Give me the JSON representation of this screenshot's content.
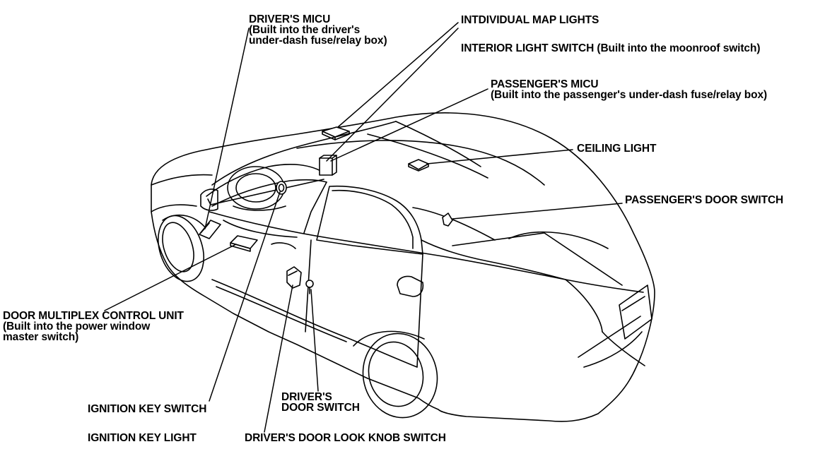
{
  "labels": {
    "drivers_micu": {
      "title": "DRIVER'S MICU",
      "line2": "(Built into the driver's",
      "line3": "under-dash fuse/relay box)"
    },
    "map_lights": "INTDIVIDUAL MAP LIGHTS",
    "interior_light_switch": "INTERIOR LIGHT SWITCH (Built into the moonroof switch)",
    "passengers_micu": {
      "title": "PASSENGER'S MICU",
      "line2": "(Built into the passenger's under-dash fuse/relay box)"
    },
    "ceiling_light": "CEILING LIGHT",
    "passengers_door_switch": "PASSENGER'S DOOR SWITCH",
    "door_multiplex": {
      "title": "DOOR MULTIPLEX CONTROL UNIT",
      "line2": "(Built into the power window",
      "line3": "master switch)"
    },
    "drivers_door_switch": {
      "line1": "DRIVER'S",
      "line2": "DOOR SWITCH"
    },
    "ignition_key_switch": "IGNITION KEY SWITCH",
    "ignition_key_light": "IGNITION KEY LIGHT",
    "door_lock_knob_switch": "DRIVER'S DOOR LOOK KNOB SWITCH"
  },
  "colors": {
    "ink": "#000000",
    "background": "#ffffff"
  }
}
